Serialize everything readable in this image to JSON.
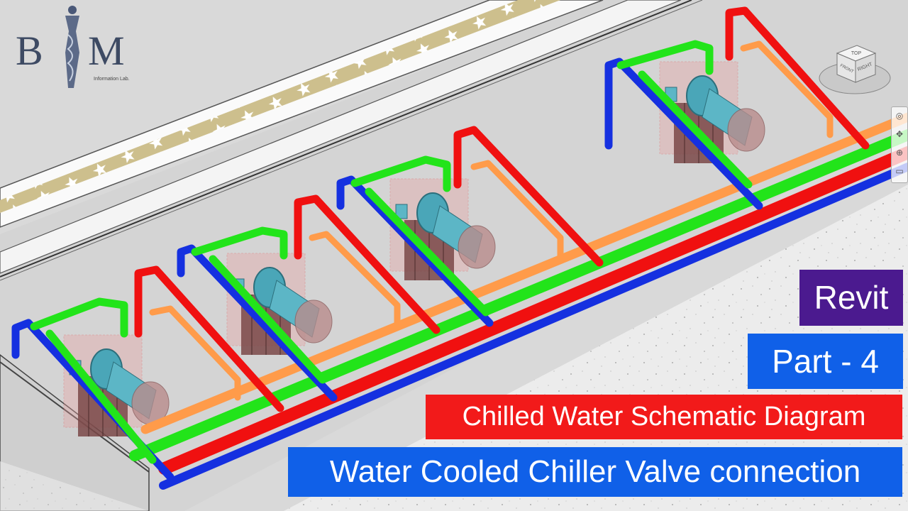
{
  "logo": {
    "letter_b": "B",
    "letter_m": "M",
    "subtitle": "Information Lab."
  },
  "titles": {
    "revit": "Revit",
    "part": "Part - 4",
    "chilled": "Chilled Water Schematic Diagram",
    "water": "Water Cooled Chiller Valve connection"
  },
  "viewcube": {
    "top": "TOP",
    "front": "FRONT",
    "right": "RIGHT"
  },
  "colors": {
    "red_pipe": "#f01010",
    "green_pipe": "#22e41a",
    "blue_pipe": "#1530e0",
    "orange_pipe": "#ff9b4a",
    "chiller": "#4aa6b8",
    "purple_box": "#4b1a8f",
    "blue_box": "#1060e8",
    "red_box": "#f21a1a"
  },
  "icons": [
    "viewcube-icon",
    "steering-wheel-icon",
    "pan-icon",
    "zoom-icon",
    "orbit-icon"
  ]
}
